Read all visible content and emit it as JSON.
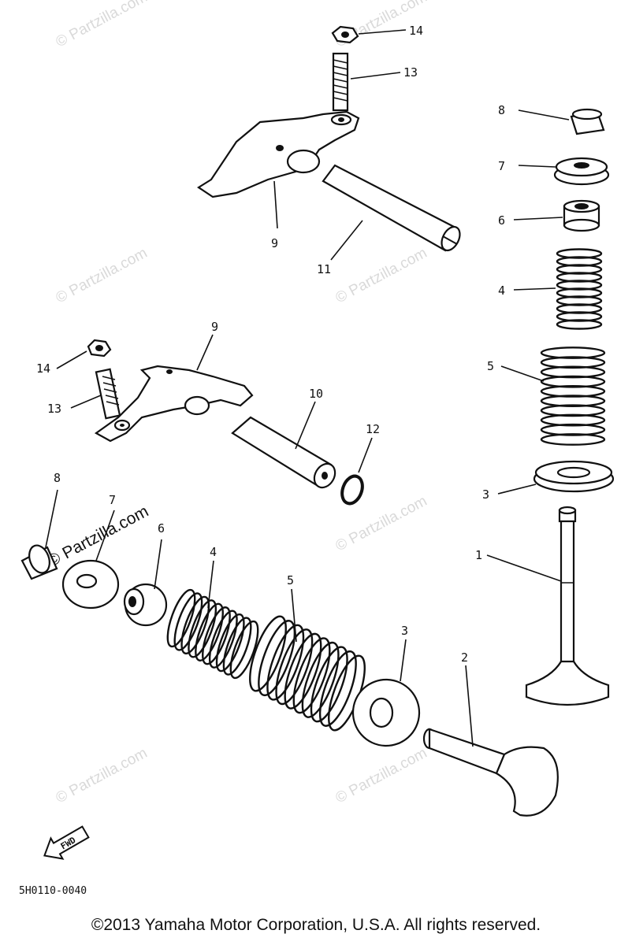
{
  "watermark_text": "© Partzilla.com",
  "diagram_code": "5H0110-0040",
  "fwd_label": "FWD",
  "copyright": "©2013 Yamaha Motor Corporation, U.S.A. All rights reserved.",
  "callouts": {
    "c14a": "14",
    "c13a": "13",
    "c8a": "8",
    "c7a": "7",
    "c6a": "6",
    "c4a": "4",
    "c5a": "5",
    "c9a": "9",
    "c11": "11",
    "c9b": "9",
    "c14b": "14",
    "c13b": "13",
    "c10": "10",
    "c12": "12",
    "c3a": "3",
    "c1": "1",
    "c8b": "8",
    "c7b": "7",
    "c6b": "6",
    "c4b": "4",
    "c5b": "5",
    "c3b": "3",
    "c2": "2"
  }
}
